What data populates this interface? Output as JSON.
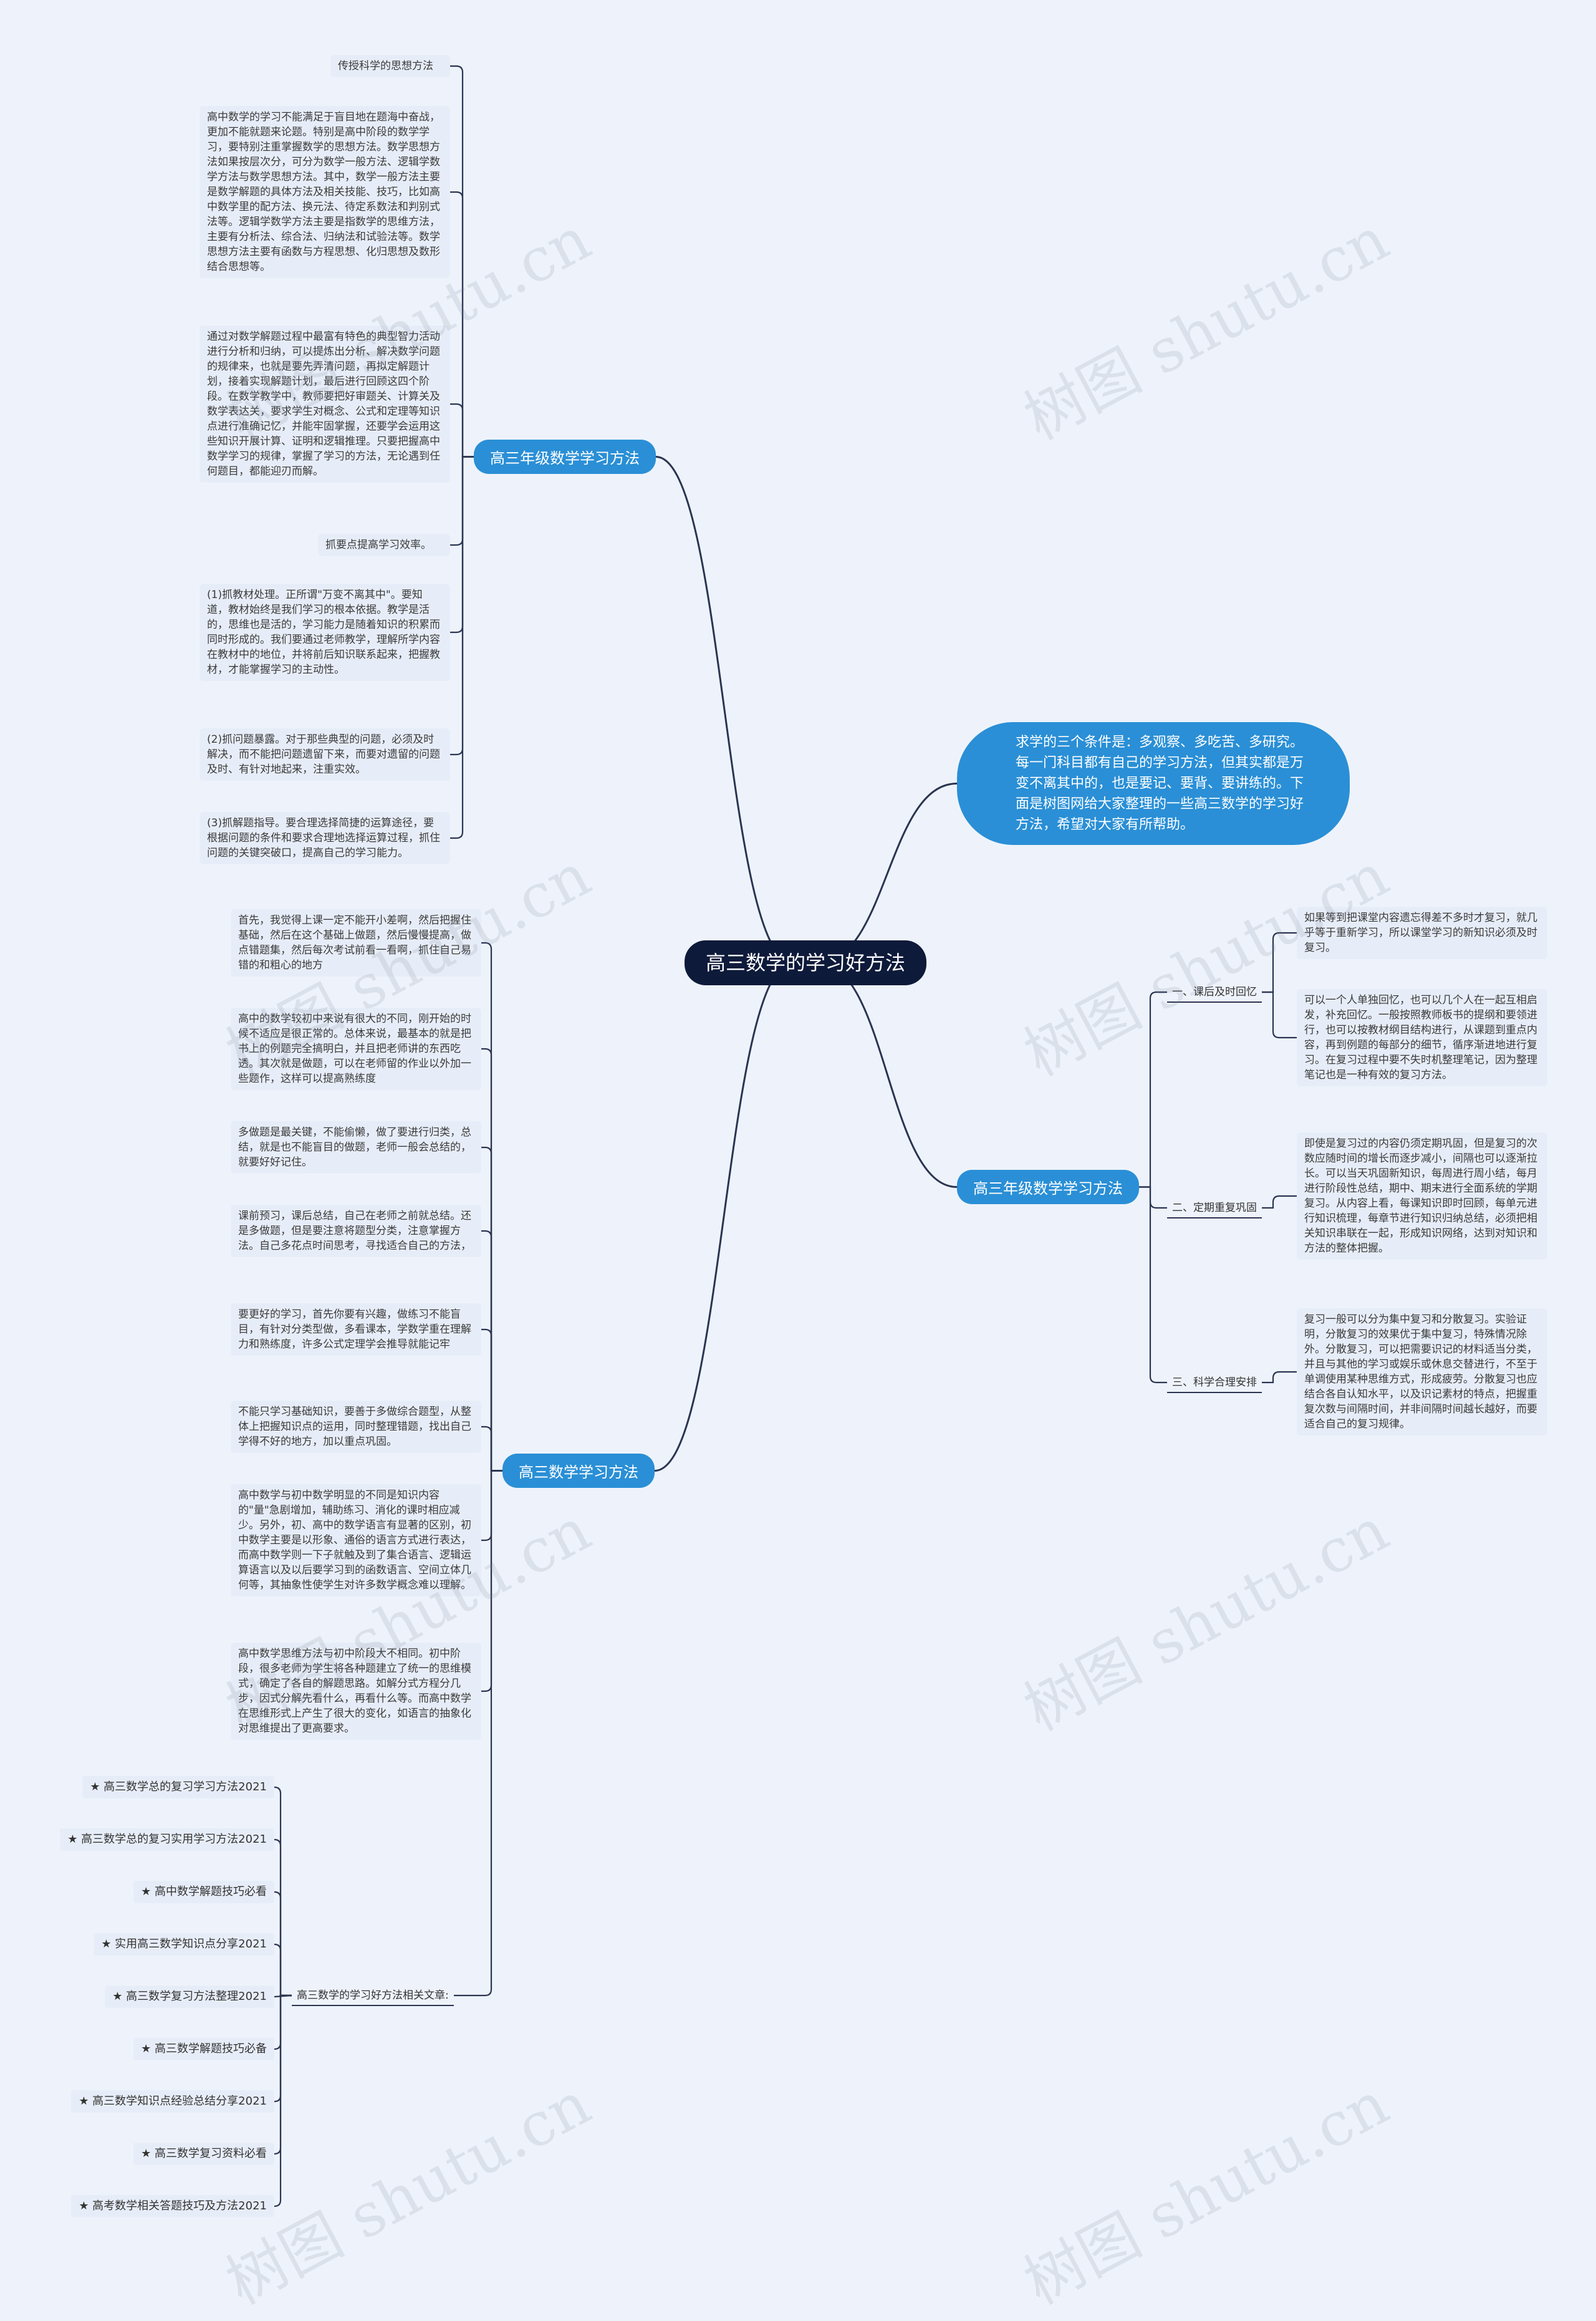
{
  "root": {
    "label": "高三数学的学习好方法"
  },
  "intro": {
    "text": "求学的三个条件是：多观察、多吃苦、多研究。每一门科目都有自己的学习方法，但其实都是万变不离其中的，也是要记、要背、要讲练的。下面是树图网给大家整理的一些高三数学的学习好方法，希望对大家有所帮助。"
  },
  "branch_a": {
    "label": "高三年级数学学习方法",
    "leaves": [
      "传授科学的思想方法",
      "高中数学的学习不能满足于盲目地在题海中奋战，更加不能就题来论题。特别是高中阶段的数学学习，要特别注重掌握数学的思想方法。数学思想方法如果按层次分，可分为数学一般方法、逻辑学数学方法与数学思想方法。其中，数学一般方法主要是数学解题的具体方法及相关技能、技巧，比如高中数学里的配方法、换元法、待定系数法和判别式法等。逻辑学数学方法主要是指数学的思维方法，主要有分析法、综合法、归纳法和试验法等。数学思想方法主要有函数与方程思想、化归思想及数形结合思想等。",
      "通过对数学解题过程中最富有特色的典型智力活动进行分析和归纳，可以提炼出分析、解决数学问题的规律来，也就是要先弄清问题，再拟定解题计划，接着实现解题计划，最后进行回顾这四个阶段。在数学教学中，教师要把好审题关、计算关及数学表达关，要求学生对概念、公式和定理等知识点进行准确记忆，并能牢固掌握，还要学会运用这些知识开展计算、证明和逻辑推理。只要把握高中数学学习的规律，掌握了学习的方法，无论遇到任何题目，都能迎刃而解。",
      "抓要点提高学习效率。",
      "(1)抓教材处理。正所谓\"万变不离其中\"。要知道，教材始终是我们学习的根本依据。教学是活的，思维也是活的，学习能力是随着知识的积累而同时形成的。我们要通过老师教学，理解所学内容在教材中的地位，并将前后知识联系起来，把握教材，才能掌握学习的主动性。",
      "(2)抓问题暴露。对于那些典型的问题，必须及时解决，而不能把问题遗留下来，而要对遗留的问题及时、有针对地起来，注重实效。",
      "(3)抓解题指导。要合理选择简捷的运算途径，要根据问题的条件和要求合理地选择运算过程，抓住问题的关键突破口，提高自己的学习能力。"
    ]
  },
  "branch_b": {
    "label": "高三数学学习方法",
    "leaves": [
      "首先，我觉得上课一定不能开小差啊，然后把握住基础，然后在这个基础上做题，然后慢慢提高，做点错题集，然后每次考试前看一看啊，抓住自己易错的和粗心的地方",
      "高中的数学较初中来说有很大的不同，刚开始的时候不适应是很正常的。总体来说，最基本的就是把书上的例题完全搞明白，并且把老师讲的东西吃透。其次就是做题，可以在老师留的作业以外加一些题作，这样可以提高熟练度",
      "多做题是最关键，不能偷懒，做了要进行归类，总结，就是也不能盲目的做题，老师一般会总结的，就要好好记住。",
      "课前预习，课后总结，自己在老师之前就总结。还是多做题，但是要注意将题型分类，注意掌握方法。自己多花点时间思考，寻找适合自己的方法，",
      "要更好的学习，首先你要有兴趣，做练习不能盲目，有针对分类型做，多看课本，学数学重在理解力和熟练度，许多公式定理学会推导就能记牢",
      "不能只学习基础知识，要善于多做综合题型，从整体上把握知识点的运用，同时整理错题，找出自己学得不好的地方，加以重点巩固。",
      "高中数学与初中数学明显的不同是知识内容的\"量\"急剧增加，辅助练习、消化的课时相应减少。另外，初、高中的数学语言有显著的区别，初中数学主要是以形象、通俗的语言方式进行表达，而高中数学则一下子就触及到了集合语言、逻辑运算语言以及以后要学习到的函数语言、空间立体几何等，其抽象性使学生对许多数学概念难以理解。",
      "高中数学思维方法与初中阶段大不相同。初中阶段，很多老师为学生将各种题建立了统一的思维模式，确定了各自的解题思路。如解分式方程分几步，因式分解先看什么，再看什么等。而高中数学在思维形式上产生了很大的变化，如语言的抽象化对思维提出了更高要求。"
    ]
  },
  "related": {
    "label": "高三数学的学习好方法相关文章:",
    "items": [
      "★ 高三数学总的复习学习方法2021",
      "★ 高三数学总的复习实用学习方法2021",
      "★ 高中数学解题技巧必看",
      "★ 实用高三数学知识点分享2021",
      "★ 高三数学复习方法整理2021",
      "★ 高三数学解题技巧必备",
      "★ 高三数学知识点经验总结分享2021",
      "★ 高三数学复习资料必看",
      "★ 高考数学相关答题技巧及方法2021"
    ]
  },
  "branch_c": {
    "label": "高三年级数学学习方法",
    "sub1": {
      "label": "一、课后及时回忆",
      "leaves": [
        "如果等到把课堂内容遗忘得差不多时才复习，就几乎等于重新学习，所以课堂学习的新知识必须及时复习。",
        "可以一个人单独回忆，也可以几个人在一起互相启发，补充回忆。一般按照教师板书的提纲和要领进行，也可以按教材纲目结构进行，从课题到重点内容，再到例题的每部分的细节，循序渐进地进行复习。在复习过程中要不失时机整理笔记，因为整理笔记也是一种有效的复习方法。"
      ]
    },
    "sub2": {
      "label": "二、定期重复巩固",
      "leaves": [
        "即使是复习过的内容仍须定期巩固，但是复习的次数应随时间的增长而逐步减小，间隔也可以逐渐拉长。可以当天巩固新知识，每周进行周小结，每月进行阶段性总结，期中、期末进行全面系统的学期复习。从内容上看，每课知识即时回顾，每单元进行知识梳理，每章节进行知识归纳总结，必须把相关知识串联在一起，形成知识网络，达到对知识和方法的整体把握。"
      ]
    },
    "sub3": {
      "label": "三、科学合理安排",
      "leaves": [
        "复习一般可以分为集中复习和分散复习。实验证明，分散复习的效果优于集中复习，特殊情况除外。分散复习，可以把需要识记的材料适当分类，并且与其他的学习或娱乐或休息交替进行，不至于单调使用某种思维方式，形成疲劳。分散复习也应结合各自认知水平，以及识记素材的特点，把握重复次数与间隔时间，并非间隔时间越长越好，而要适合自己的复习规律。"
      ]
    }
  },
  "watermark": {
    "text": "树图 shutu.cn"
  },
  "colors": {
    "branch": "#2a8fd6",
    "root": "#0e1a3a",
    "line": "#2b3552",
    "leaf_bg": "#e7edf8",
    "page_bg": "#eef3fb"
  }
}
